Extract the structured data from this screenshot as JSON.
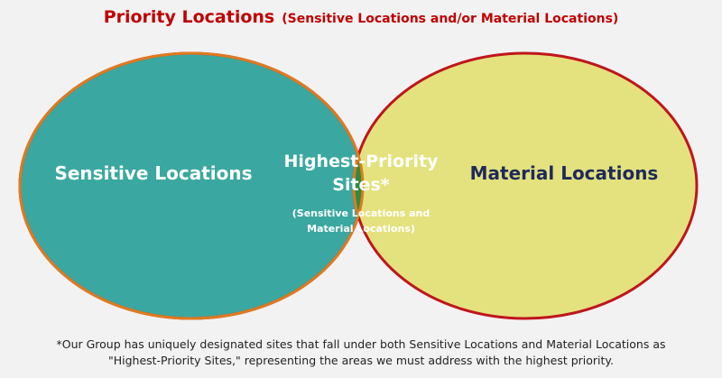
{
  "title": {
    "main": "Priority Locations",
    "sub": "(Sensitive Locations and/or Material Locations)"
  },
  "venn": {
    "left_label": "Sensitive Locations",
    "right_label": "Material Locations",
    "overlap_label_line1": "Highest-Priority",
    "overlap_label_line2": "Sites*",
    "overlap_sub_line1": "(Sensitive Locations and",
    "overlap_sub_line2": "Material Locations)",
    "colors": {
      "left_fill": "#3aa8a0",
      "right_fill": "#e3e27e",
      "overlap_fill": "#2e8b3e",
      "outline": "#c0151c",
      "overlap_outline": "#e07a1f"
    }
  },
  "footnote": {
    "line1": "*Our Group has uniquely designated sites that fall under both Sensitive Locations and Material Locations as",
    "line2": "\"Highest-Priority Sites,\" representing the areas we must address with the highest priority."
  }
}
